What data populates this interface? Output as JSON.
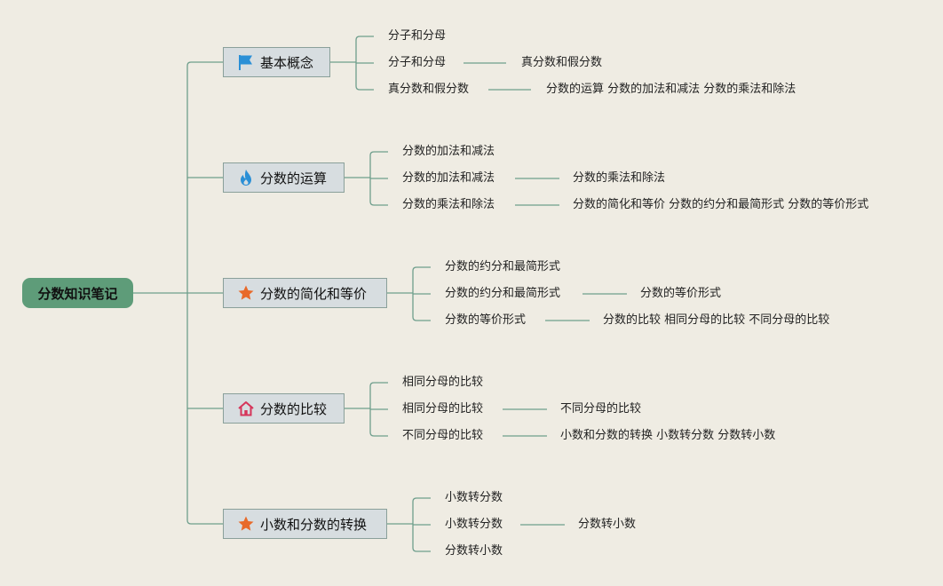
{
  "root": {
    "label": "分数知识笔记"
  },
  "branches": [
    {
      "label": "基本概念",
      "icon": "flag-icon",
      "items": [
        {
          "label": "分子和分母"
        },
        {
          "label": "分子和分母",
          "link": "真分数和假分数"
        },
        {
          "label": "真分数和假分数",
          "link": "分数的运算 分数的加法和减法 分数的乘法和除法"
        }
      ]
    },
    {
      "label": "分数的运算",
      "icon": "flame-icon",
      "items": [
        {
          "label": "分数的加法和减法"
        },
        {
          "label": "分数的加法和减法",
          "link": "分数的乘法和除法"
        },
        {
          "label": "分数的乘法和除法",
          "link": "分数的简化和等价 分数的约分和最简形式 分数的等价形式"
        }
      ]
    },
    {
      "label": "分数的简化和等价",
      "icon": "star-icon",
      "items": [
        {
          "label": "分数的约分和最简形式"
        },
        {
          "label": "分数的约分和最简形式",
          "link": "分数的等价形式"
        },
        {
          "label": "分数的等价形式",
          "link": "分数的比较 相同分母的比较 不同分母的比较"
        }
      ]
    },
    {
      "label": "分数的比较",
      "icon": "home-icon",
      "items": [
        {
          "label": "相同分母的比较"
        },
        {
          "label": "相同分母的比较",
          "link": "不同分母的比较"
        },
        {
          "label": "不同分母的比较",
          "link": "小数和分数的转换 小数转分数 分数转小数"
        }
      ]
    },
    {
      "label": "小数和分数的转换",
      "icon": "star-icon",
      "items": [
        {
          "label": "小数转分数"
        },
        {
          "label": "小数转分数",
          "link": "分数转小数"
        },
        {
          "label": "分数转小数"
        }
      ]
    }
  ],
  "colors": {
    "background": "#efece3",
    "root_fill": "#5e9c79",
    "branch_fill": "#d7dde0",
    "connector": "#6e9e8c",
    "flag": "#2a8fd6",
    "flame": "#2a8fd6",
    "star": "#e86a2a",
    "home": "#d6355a"
  }
}
